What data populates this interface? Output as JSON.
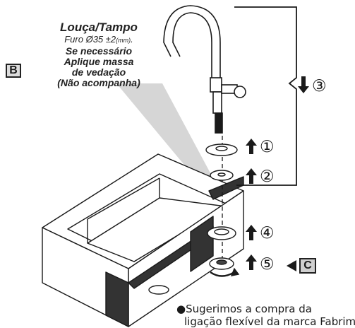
{
  "callout": {
    "title": "Louça/Tampo",
    "hole_prefix": "Furo Ø35 ±2",
    "hole_unit": "(mm)",
    "hole_suffix": ".",
    "line3": "Se necessário",
    "line4": "Aplique massa",
    "line5": "de vedação",
    "line6": "(Não acompanha)"
  },
  "labels": {
    "b": "B",
    "c": "C"
  },
  "steps": [
    {
      "number": "①"
    },
    {
      "number": "②"
    },
    {
      "number": "③"
    },
    {
      "number": "④"
    },
    {
      "number": "⑤"
    }
  ],
  "note": {
    "bullet": "●",
    "line1": "Sugerimos a compra da",
    "line2": "ligação flexível da marca Fabrimar"
  },
  "colors": {
    "line": "#1a1a1a",
    "callout_fill": "#c9c9c9",
    "tag_fill": "#d6d6d6"
  }
}
